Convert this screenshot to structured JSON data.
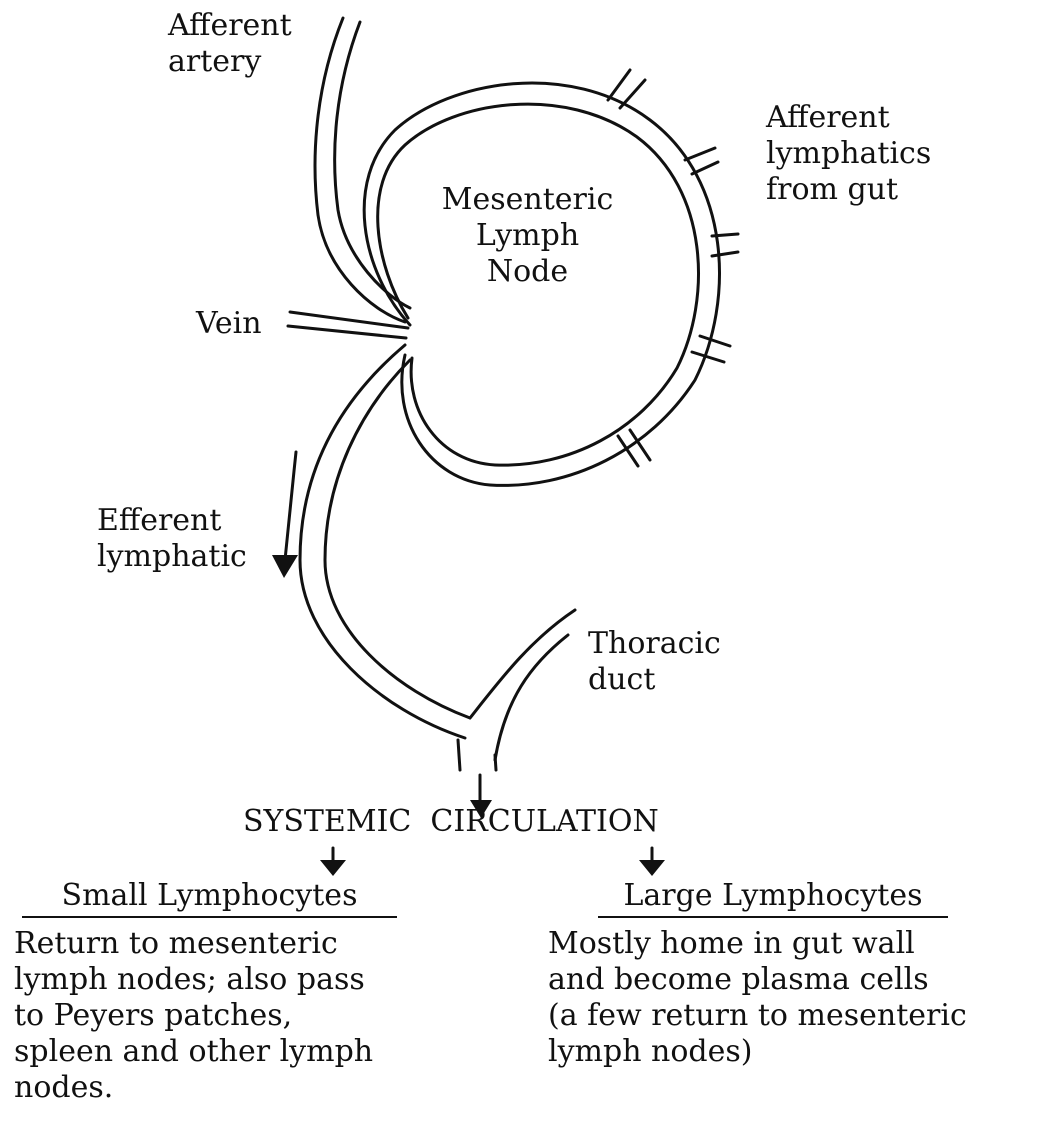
{
  "labels": {
    "afferent_artery": "Afferent\nartery",
    "afferent_lymphatics": "Afferent\nlymphatics\nfrom gut",
    "node": "Mesenteric\nLymph\nNode",
    "vein": "Vein",
    "efferent_lymphatic": "Efferent\nlymphatic",
    "thoracic_duct": "Thoracic\nduct",
    "systemic_circulation": "SYSTEMIC  CIRCULATION"
  },
  "outcomes": {
    "small": {
      "heading": "Small Lymphocytes",
      "text": "Return to mesenteric\nlymph nodes; also pass\nto Peyers patches,\nspleen and other lymph\nnodes."
    },
    "large": {
      "heading": "Large Lymphocytes",
      "text": "Mostly home in gut wall\nand become plasma cells\n(a few return to mesenteric\nlymph nodes)"
    }
  }
}
